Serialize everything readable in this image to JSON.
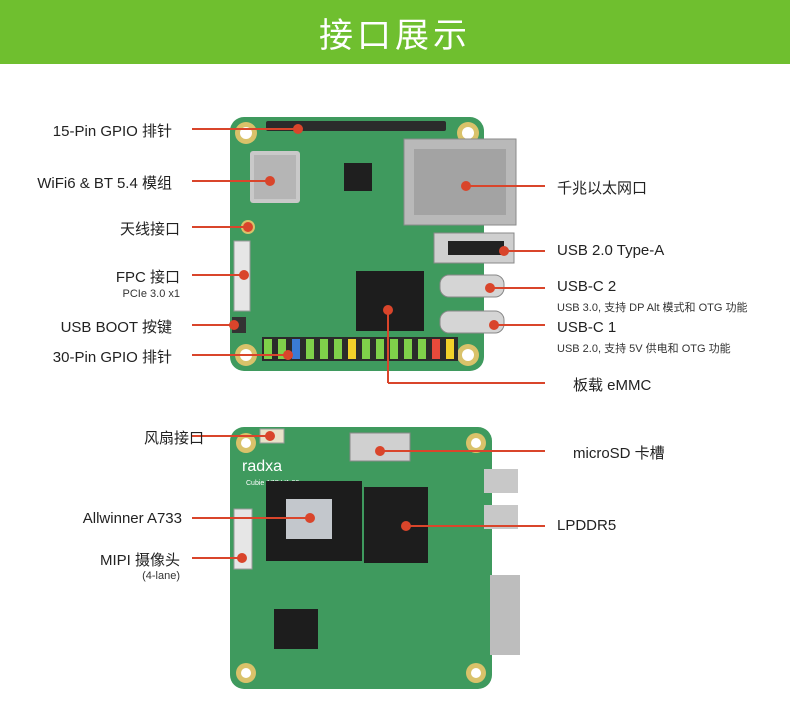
{
  "header": {
    "title": "接口展示"
  },
  "top_board": {
    "left_labels": [
      {
        "text": "15-Pin GPIO 排针"
      },
      {
        "text": "WiFi6 & BT 5.4 模组"
      },
      {
        "text": "天线接口"
      },
      {
        "text": "FPC 接口",
        "sub": "PCIe 3.0 x1"
      },
      {
        "text": "USB BOOT 按键"
      },
      {
        "text": "30-Pin GPIO 排针"
      }
    ],
    "right_labels": [
      {
        "text": "千兆以太网口"
      },
      {
        "text": "USB 2.0 Type-A"
      },
      {
        "text": "USB-C 2",
        "sub": "USB 3.0, 支持 DP Alt 模式和 OTG 功能"
      },
      {
        "text": "USB-C 1",
        "sub": "USB 2.0, 支持 5V 供电和 OTG 功能"
      },
      {
        "text": "板载 eMMC"
      }
    ]
  },
  "bottom_board": {
    "silkscreen": "radxa",
    "silkscreen_sub": "Cubie A7S V1.20",
    "left_labels": [
      {
        "text": "风扇接口"
      },
      {
        "text": "Allwinner A733"
      },
      {
        "text": "MIPI 摄像头",
        "sub": "(4-lane)"
      }
    ],
    "right_labels": [
      {
        "text": "microSD 卡槽"
      },
      {
        "text": "LPDDR5"
      }
    ]
  },
  "colors": {
    "banner": "#6fbf2f",
    "pcb": "#3f9a5e",
    "pointer": "#d9452b"
  }
}
